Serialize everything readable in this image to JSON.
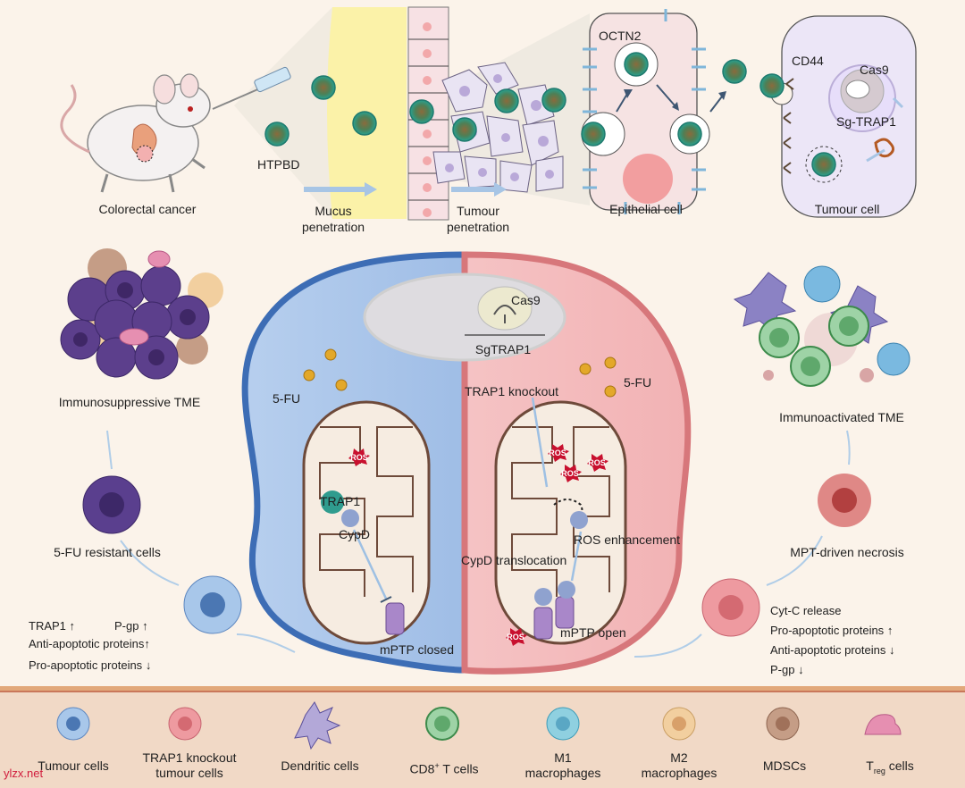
{
  "top": {
    "colorectal_cancer": "Colorectal cancer",
    "htpbd": "HTPBD",
    "mucus": "Mucus",
    "mucus_2": "penetration",
    "tumour": "Tumour",
    "tumour_2": "penetration",
    "octn2": "OCTN2",
    "epithelial_cell": "Epithelial cell",
    "cd44": "CD44",
    "cas9": "Cas9",
    "sg_trap1": "Sg-TRAP1",
    "tumour_cell": "Tumour cell"
  },
  "center": {
    "cas9": "Cas9",
    "sgtrap1": "SgTRAP1",
    "fu_left": "5-FU",
    "fu_right": "5-FU",
    "trap1_knockout": "TRAP1 knockout",
    "trap1": "TRAP1",
    "cypd": "CypD",
    "ros": "ROS",
    "ros_enhancement": "ROS enhancement",
    "cypd_translocation": "CypD translocation",
    "mptp_closed": "mPTP closed",
    "mptp_open": "mPTP open"
  },
  "left": {
    "immunosuppressive": "Immunosuppressive TME",
    "resistant": "5-FU resistant cells",
    "trap1": "TRAP1",
    "pgp": "P-gp",
    "anti_apoptotic": "Anti-apoptotic proteins",
    "pro_apoptotic": "Pro-apoptotic proteins",
    "up": "↑",
    "down": "↓"
  },
  "right": {
    "immunoactivated": "Immunoactivated TME",
    "necrosis": "MPT-driven necrosis",
    "cytc": "Cyt-C release",
    "pro_apoptotic": "Pro-apoptotic proteins",
    "anti_apoptotic": "Anti-apoptotic proteins",
    "pgp": "P-gp",
    "up": "↑",
    "down": "↓"
  },
  "legend": {
    "tumour_cells": "Tumour cells",
    "trap1_ko_1": "TRAP1 knockout",
    "trap1_ko_2": "tumour cells",
    "dendritic": "Dendritic cells",
    "cd8_pre": "CD8",
    "cd8_sup": "+",
    "cd8_post": " T cells",
    "m1_1": "M1",
    "m1_2": "macrophages",
    "m2_1": "M2",
    "m2_2": "macrophages",
    "mdscs": "MDSCs",
    "treg_pre": "T",
    "treg_sub": "reg",
    "treg_post": " cells"
  },
  "watermark": "ylzx.net",
  "colors": {
    "background": "#fbf3ea",
    "left_cell": "#a9c6ea",
    "right_cell": "#f3b9bb",
    "left_border": "#3d6db5",
    "right_border": "#d7777b",
    "mucus": "#fbf2a8",
    "legend_band": "#f1d9c6",
    "ros": "#c8102e",
    "nanoparticle": "#2f9c8e"
  }
}
